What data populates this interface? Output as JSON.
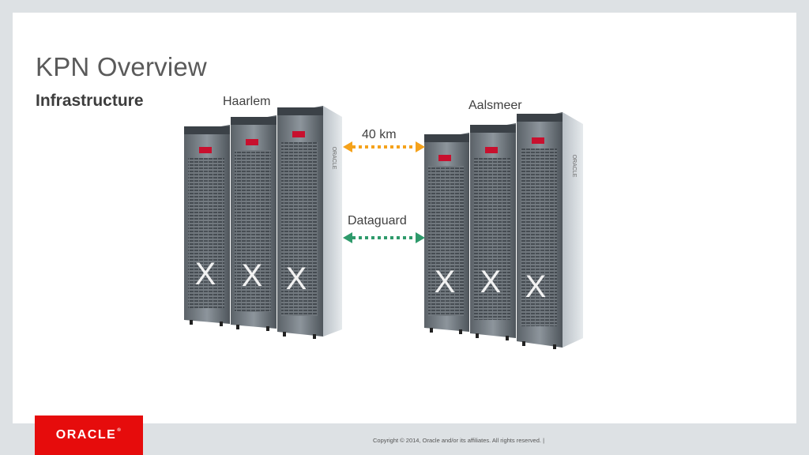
{
  "slide": {
    "title": "KPN Overview",
    "subtitle": "Infrastructure"
  },
  "diagram": {
    "sites": [
      {
        "name": "Haarlem",
        "rack_count": 3,
        "rack_mark": "X"
      },
      {
        "name": "Aalsmeer",
        "rack_count": 3,
        "rack_mark": "X"
      }
    ],
    "links": [
      {
        "label": "40 km",
        "color": "#f5a21b",
        "style": "dotted",
        "arrows": "both"
      },
      {
        "label": "Dataguard",
        "color": "#2e9a6b",
        "style": "dotted",
        "arrows": "both"
      }
    ]
  },
  "footer": {
    "logo_text": "ORACLE",
    "logo_mark": "®",
    "logo_color": "#e60c0c",
    "copyright": "Copyright © 2014, Oracle and/or its affiliates. All rights reserved.  |"
  }
}
